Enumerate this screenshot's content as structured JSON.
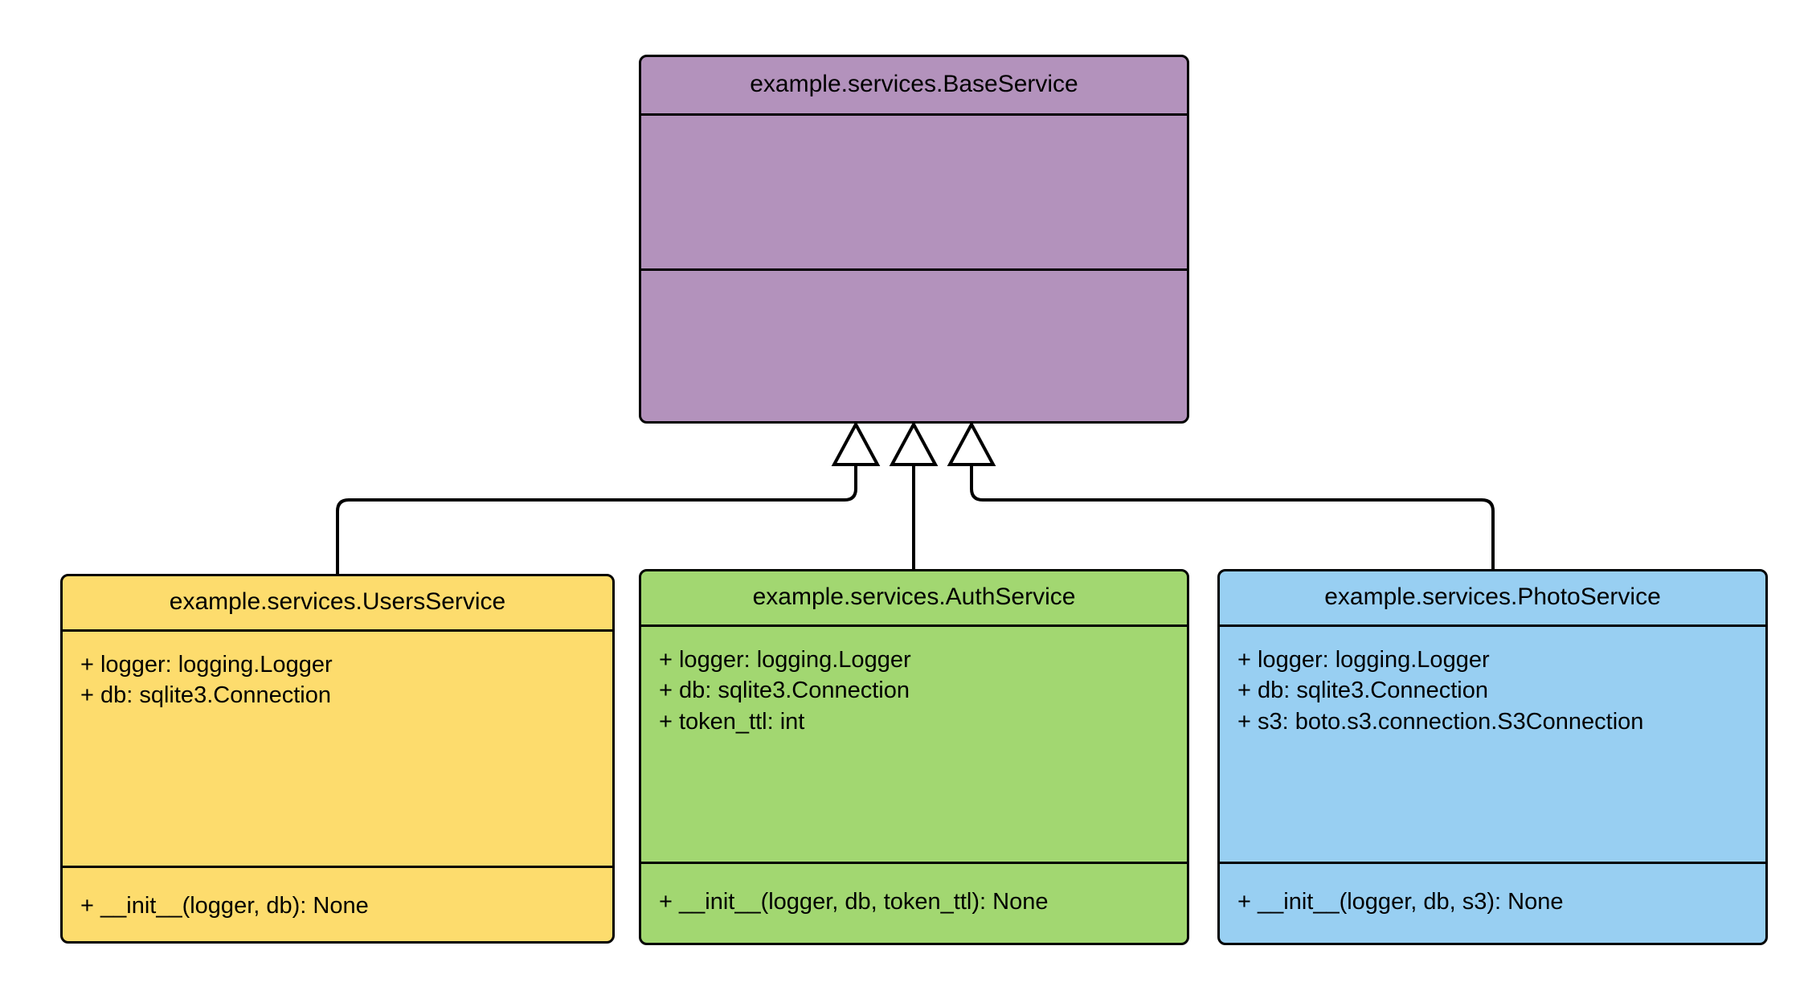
{
  "diagram": {
    "type": "uml-class-diagram",
    "background": "#ffffff",
    "line_color": "#000000",
    "relationship": "generalization"
  },
  "classes": {
    "base": {
      "name": "example.services.BaseService",
      "color": "#b392bc",
      "attributes": [],
      "methods": []
    },
    "users": {
      "name": "example.services.UsersService",
      "color": "#fddc6d",
      "attributes": [
        "+ logger: logging.Logger",
        "+ db: sqlite3.Connection"
      ],
      "methods": [
        "+ __init__(logger, db): None"
      ]
    },
    "auth": {
      "name": "example.services.AuthService",
      "color": "#a2d771",
      "attributes": [
        "+ logger: logging.Logger",
        "+ db: sqlite3.Connection",
        "+ token_ttl: int"
      ],
      "methods": [
        "+ __init__(logger, db, token_ttl): None"
      ]
    },
    "photo": {
      "name": "example.services.PhotoService",
      "color": "#98cff2",
      "attributes": [
        "+ logger: logging.Logger",
        "+ db: sqlite3.Connection",
        "+ s3: boto.s3.connection.S3Connection"
      ],
      "methods": [
        "+ __init__(logger, db, s3): None"
      ]
    }
  },
  "edges": [
    {
      "from": "users",
      "to": "base",
      "kind": "inheritance"
    },
    {
      "from": "auth",
      "to": "base",
      "kind": "inheritance"
    },
    {
      "from": "photo",
      "to": "base",
      "kind": "inheritance"
    }
  ]
}
